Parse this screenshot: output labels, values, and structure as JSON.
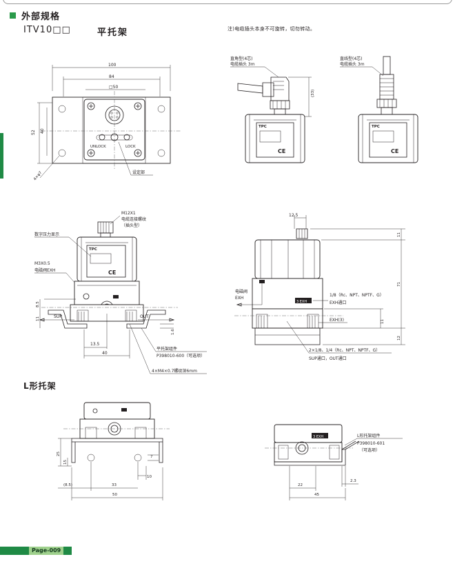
{
  "header": {
    "section_title": "外部规格",
    "model": "ITV10□□",
    "bracket_title": "平托架",
    "note": "注)电缆插头本身不可旋转，切勿转动。"
  },
  "views": {
    "top_view": {
      "dims": [
        "100",
        "84",
        "□50",
        "52",
        "40",
        "4×φ7"
      ],
      "panel_text": [
        "UNLOCK",
        "LOCK"
      ],
      "callout": "设定部"
    },
    "connector_right_angle": {
      "label": [
        "直角型(4芯)",
        "电缆插头 3m"
      ],
      "dim": "(33)",
      "brand": "TPC",
      "mark": "CE"
    },
    "connector_straight": {
      "label": [
        "直线型(4芯)",
        "电缆插头 3m"
      ],
      "brand": "TPC",
      "mark": "CE"
    },
    "front_view": {
      "labels": [
        "M12X1",
        "电缆连接螺纹",
        "（插头型）",
        "数字压力显示",
        "M3X0.5",
        "电磁阀EXH",
        "SUP",
        "OUT"
      ],
      "dims": [
        "8.5",
        "11",
        "1.6",
        "13.5",
        "40"
      ],
      "callouts": [
        "平托架组件",
        "P398010-600（可选项）",
        "4×M4×0.7螺纹深6mm"
      ],
      "brand": "TPC",
      "mark": "CE"
    },
    "side_view": {
      "dims": [
        "12.5",
        "11",
        "71",
        "11",
        "12"
      ],
      "labels": [
        "电磁阀",
        "EXH",
        "1/8（Rc、NPT、NPTF、G）",
        "EXH通口",
        "EXH(3)",
        "2×1/8、1/4（Rc、NPT、NPTF、G）",
        "SUP通口，OUT通口"
      ],
      "port_tag": "3 EXH"
    },
    "l_front_view": {
      "dims": [
        "25",
        "15",
        "7",
        "10",
        "(8.5)",
        "33",
        "50"
      ]
    },
    "l_side_view": {
      "port_tag": "3 EXH",
      "callouts": [
        "L形托架组件",
        "P398010-601",
        "（可选项）"
      ],
      "dims": [
        "2.3",
        "22",
        "45"
      ]
    }
  },
  "l_section_title": "L形托架",
  "footer": {
    "page": "Page-009"
  },
  "colors": {
    "accent_green": "#1f8a45",
    "light_green": "#9fd18d",
    "ink": "#231f20"
  }
}
